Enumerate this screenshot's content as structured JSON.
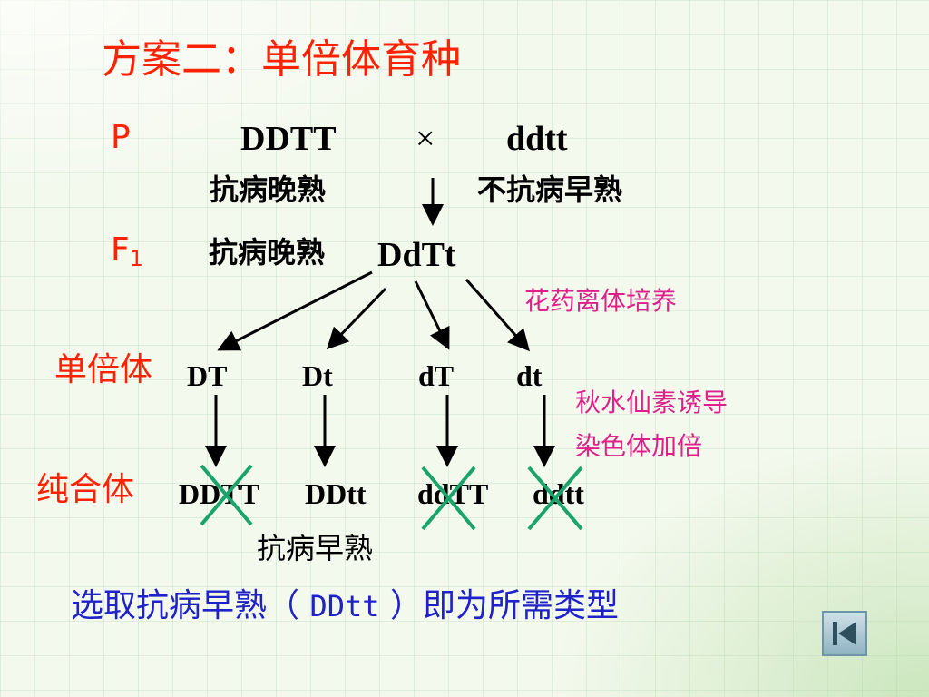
{
  "title": "方案二：单倍体育种",
  "parent": {
    "label": "P",
    "genotype_1": "DDTT",
    "cross_symbol": "×",
    "genotype_2": "ddtt",
    "phenotype_1": "抗病晚熟",
    "phenotype_2": "不抗病早熟"
  },
  "f1": {
    "label": "F",
    "subscript": "1",
    "phenotype": "抗病晚熟",
    "genotype": "DdTt"
  },
  "note_anther": "花药离体培养",
  "haploid": {
    "label": "单倍体",
    "genotypes": [
      "DT",
      "Dt",
      "dT",
      "dt"
    ]
  },
  "note_colchicine": [
    "秋水仙素诱导",
    "染色体加倍"
  ],
  "homozygous": {
    "label": "纯合体",
    "genotypes": [
      "DDTT",
      "DDtt",
      "ddTT",
      "ddtt"
    ]
  },
  "selected_phenotype": "抗病早熟",
  "conclusion": {
    "prefix": "选取抗病早熟（ ",
    "genotype": "DDtt",
    "suffix": " ）即为所需类型"
  },
  "colors": {
    "title": "#ff2200",
    "pink_note": "#e0208a",
    "conclusion": "#1e22c8",
    "cross_mark": "#1aa36a"
  },
  "nav_icon": "skip-to-start-icon"
}
